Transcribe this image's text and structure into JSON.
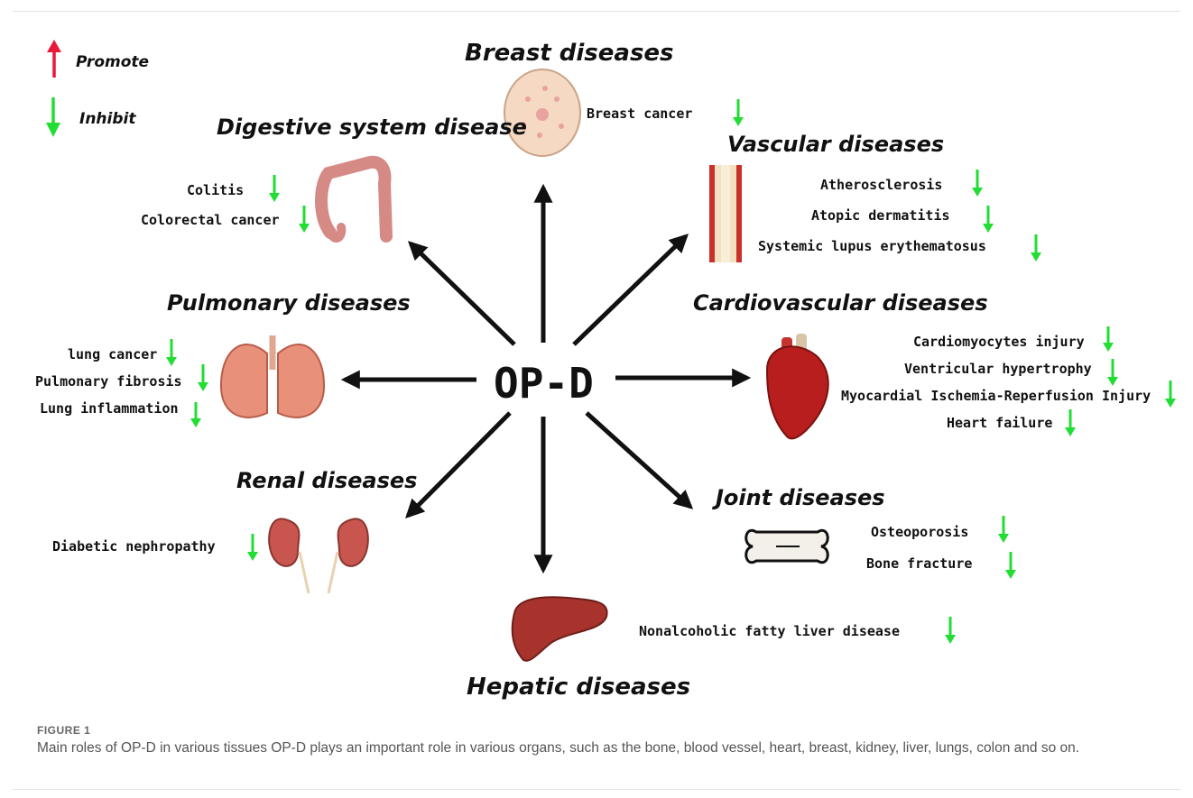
{
  "legend": [
    {
      "label": "Promote",
      "direction": "up",
      "color": "#e8193a"
    },
    {
      "label": "Inhibit",
      "direction": "down",
      "color": "#22dd33"
    }
  ],
  "center_label": "OP-D",
  "groups": {
    "breast": {
      "title": "Breast diseases",
      "items": [
        "Breast cancer"
      ]
    },
    "digestive": {
      "title": "Digestive system disease",
      "items": [
        "Colitis",
        "Colorectal cancer"
      ]
    },
    "vascular": {
      "title": "Vascular diseases",
      "items": [
        "Atherosclerosis",
        "Atopic dermatitis",
        "Systemic lupus erythematosus"
      ]
    },
    "pulmonary": {
      "title": "Pulmonary diseases",
      "items": [
        "lung cancer",
        "Pulmonary fibrosis",
        "Lung inflammation"
      ]
    },
    "cardiovascular": {
      "title": "Cardiovascular diseases",
      "items": [
        "Cardiomyocytes injury",
        "Ventricular hypertrophy",
        "Myocardial Ischemia-Reperfusion Injury",
        "Heart failure"
      ]
    },
    "renal": {
      "title": "Renal diseases",
      "items": [
        "Diabetic nephropathy"
      ]
    },
    "joint": {
      "title": "Joint diseases",
      "items": [
        "Osteoporosis",
        "Bone fracture"
      ]
    },
    "hepatic": {
      "title": "Hepatic diseases",
      "items": [
        "Nonalcoholic fatty liver disease"
      ]
    }
  },
  "colors": {
    "inhibit": "#22dd33",
    "promote": "#e8193a",
    "arrow": "#111111"
  },
  "caption": {
    "label": "FIGURE 1",
    "text": "Main roles of OP-D in various tissues OP-D plays an important role in various organs, such as the bone, blood vessel, heart, breast, kidney, liver, lungs, colon and so on."
  }
}
